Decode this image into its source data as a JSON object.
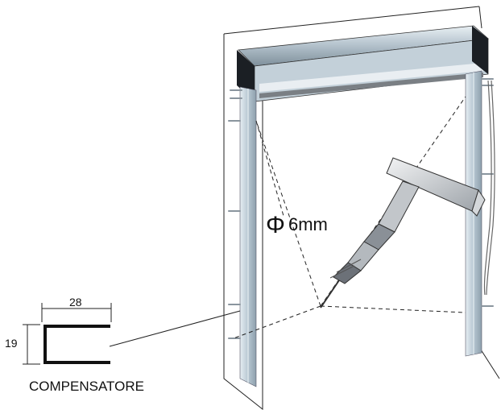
{
  "labels": {
    "profile_width": "28",
    "profile_height": "19",
    "profile_name": "COMPENSATORE",
    "drill_symbol": "Φ",
    "drill_size": "6mm"
  },
  "colors": {
    "line": "#1a1a1a",
    "rail_light": "#d6e2ea",
    "rail_mid": "#aebfcb",
    "rail_dark": "#8497a4",
    "box_dark": "#1b1f24",
    "drill_body": "#c9ccd0",
    "drill_dark": "#6c7178"
  }
}
